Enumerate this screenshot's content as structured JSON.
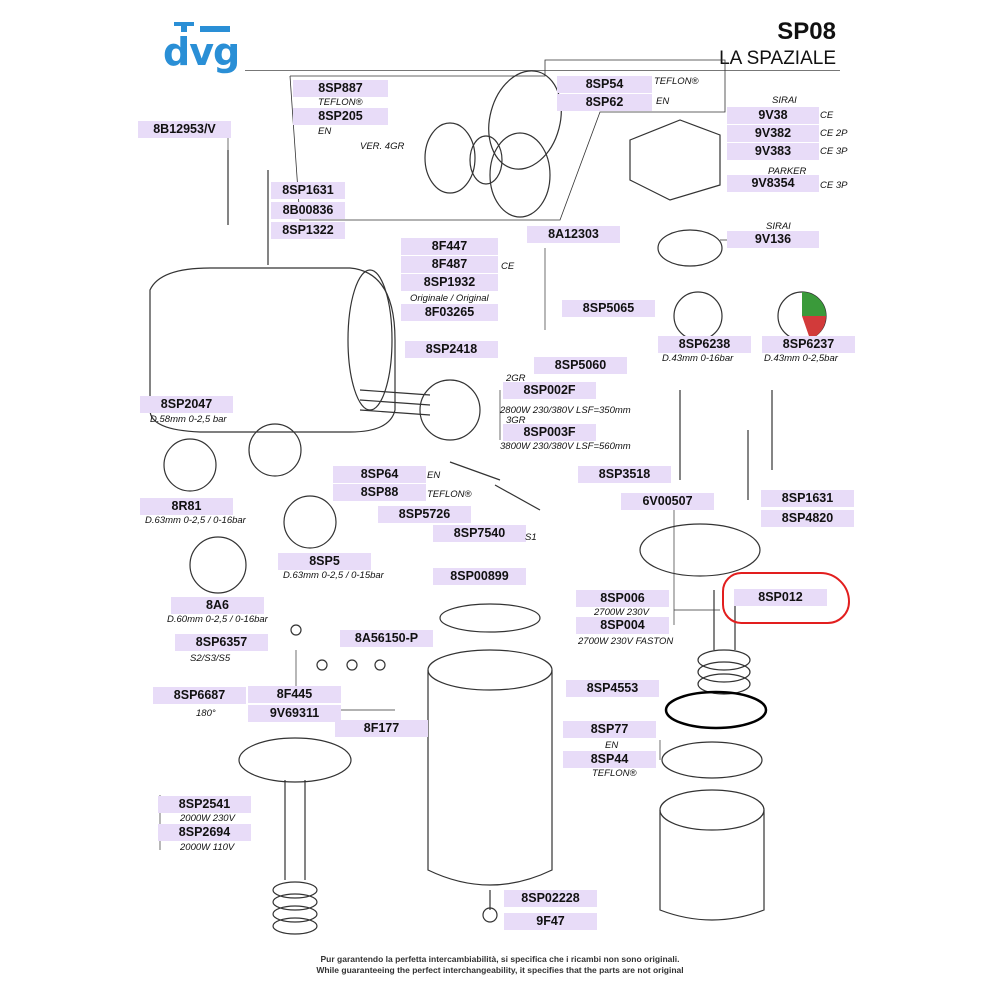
{
  "header": {
    "logo_text": "dvg",
    "model_code": "SP08",
    "brand": "LA SPAZIALE"
  },
  "parts": [
    {
      "code": "8SP887"
    },
    {
      "code": "8SP205"
    },
    {
      "code": "8SP54"
    },
    {
      "code": "8SP62"
    },
    {
      "code": "9V38"
    },
    {
      "code": "9V382"
    },
    {
      "code": "9V383"
    },
    {
      "code": "9V8354"
    },
    {
      "code": "8B12953/V"
    },
    {
      "code": "8SP1631"
    },
    {
      "code": "8B00836"
    },
    {
      "code": "8SP1322"
    },
    {
      "code": "8F447"
    },
    {
      "code": "8F487"
    },
    {
      "code": "8SP1932"
    },
    {
      "code": "8F03265"
    },
    {
      "code": "8A12303"
    },
    {
      "code": "8SP5065"
    },
    {
      "code": "9V136"
    },
    {
      "code": "8SP6238"
    },
    {
      "code": "8SP6237"
    },
    {
      "code": "8SP2418"
    },
    {
      "code": "8SP5060"
    },
    {
      "code": "8SP002F"
    },
    {
      "code": "8SP003F"
    },
    {
      "code": "8SP2047"
    },
    {
      "code": "8R81"
    },
    {
      "code": "8SP64"
    },
    {
      "code": "8SP88"
    },
    {
      "code": "8SP5726"
    },
    {
      "code": "8SP7540"
    },
    {
      "code": "8SP3518"
    },
    {
      "code": "6V00507"
    },
    {
      "code": "8SP1631"
    },
    {
      "code": "8SP4820"
    },
    {
      "code": "8SP5"
    },
    {
      "code": "8SP00899"
    },
    {
      "code": "8SP006"
    },
    {
      "code": "8SP012"
    },
    {
      "code": "8SP004"
    },
    {
      "code": "8A6"
    },
    {
      "code": "8SP6357"
    },
    {
      "code": "8A56150-P"
    },
    {
      "code": "8SP4553"
    },
    {
      "code": "8SP6687"
    },
    {
      "code": "8F445"
    },
    {
      "code": "9V69311"
    },
    {
      "code": "8F177"
    },
    {
      "code": "8SP77"
    },
    {
      "code": "8SP44"
    },
    {
      "code": "8SP2541"
    },
    {
      "code": "8SP2694"
    },
    {
      "code": "8SP02228"
    },
    {
      "code": "9F47"
    }
  ],
  "notes": [
    "TEFLON®",
    "EN",
    "TEFLON®",
    "EN",
    "VER. 4GR",
    "SIRAI",
    "CE",
    "CE 2P",
    "CE 3P",
    "PARKER",
    "CE 3P",
    "SIRAI",
    "CE",
    "Originale / Original",
    "D.43mm 0-16bar",
    "D.43mm 0-2,5bar",
    "2GR",
    "2800W 230/380V LSF=350mm",
    "3GR",
    "3800W 230/380V LSF=560mm",
    "D.58mm 0-2,5 bar",
    "D.63mm 0-2,5 / 0-16bar",
    "EN",
    "TEFLON®",
    "S1",
    "D.63mm 0-2,5 / 0-15bar",
    "2700W 230V",
    "2700W 230V FASTON",
    "D.60mm 0-2,5 / 0-16bar",
    "S2/S3/S5",
    "180°",
    "EN",
    "TEFLON®",
    "2000W 230V",
    "2000W 110V"
  ],
  "footer": {
    "line1": "Pur garantendo la perfetta intercambiabilità, si specifica che i ricambi non sono originali.",
    "line2": "While guaranteeing the perfect interchangeability, it specifies that the parts are not original"
  },
  "colors": {
    "tag_bg": "#e8dcf8",
    "logo": "#2a8fd6",
    "highlight": "#e21e1e"
  }
}
